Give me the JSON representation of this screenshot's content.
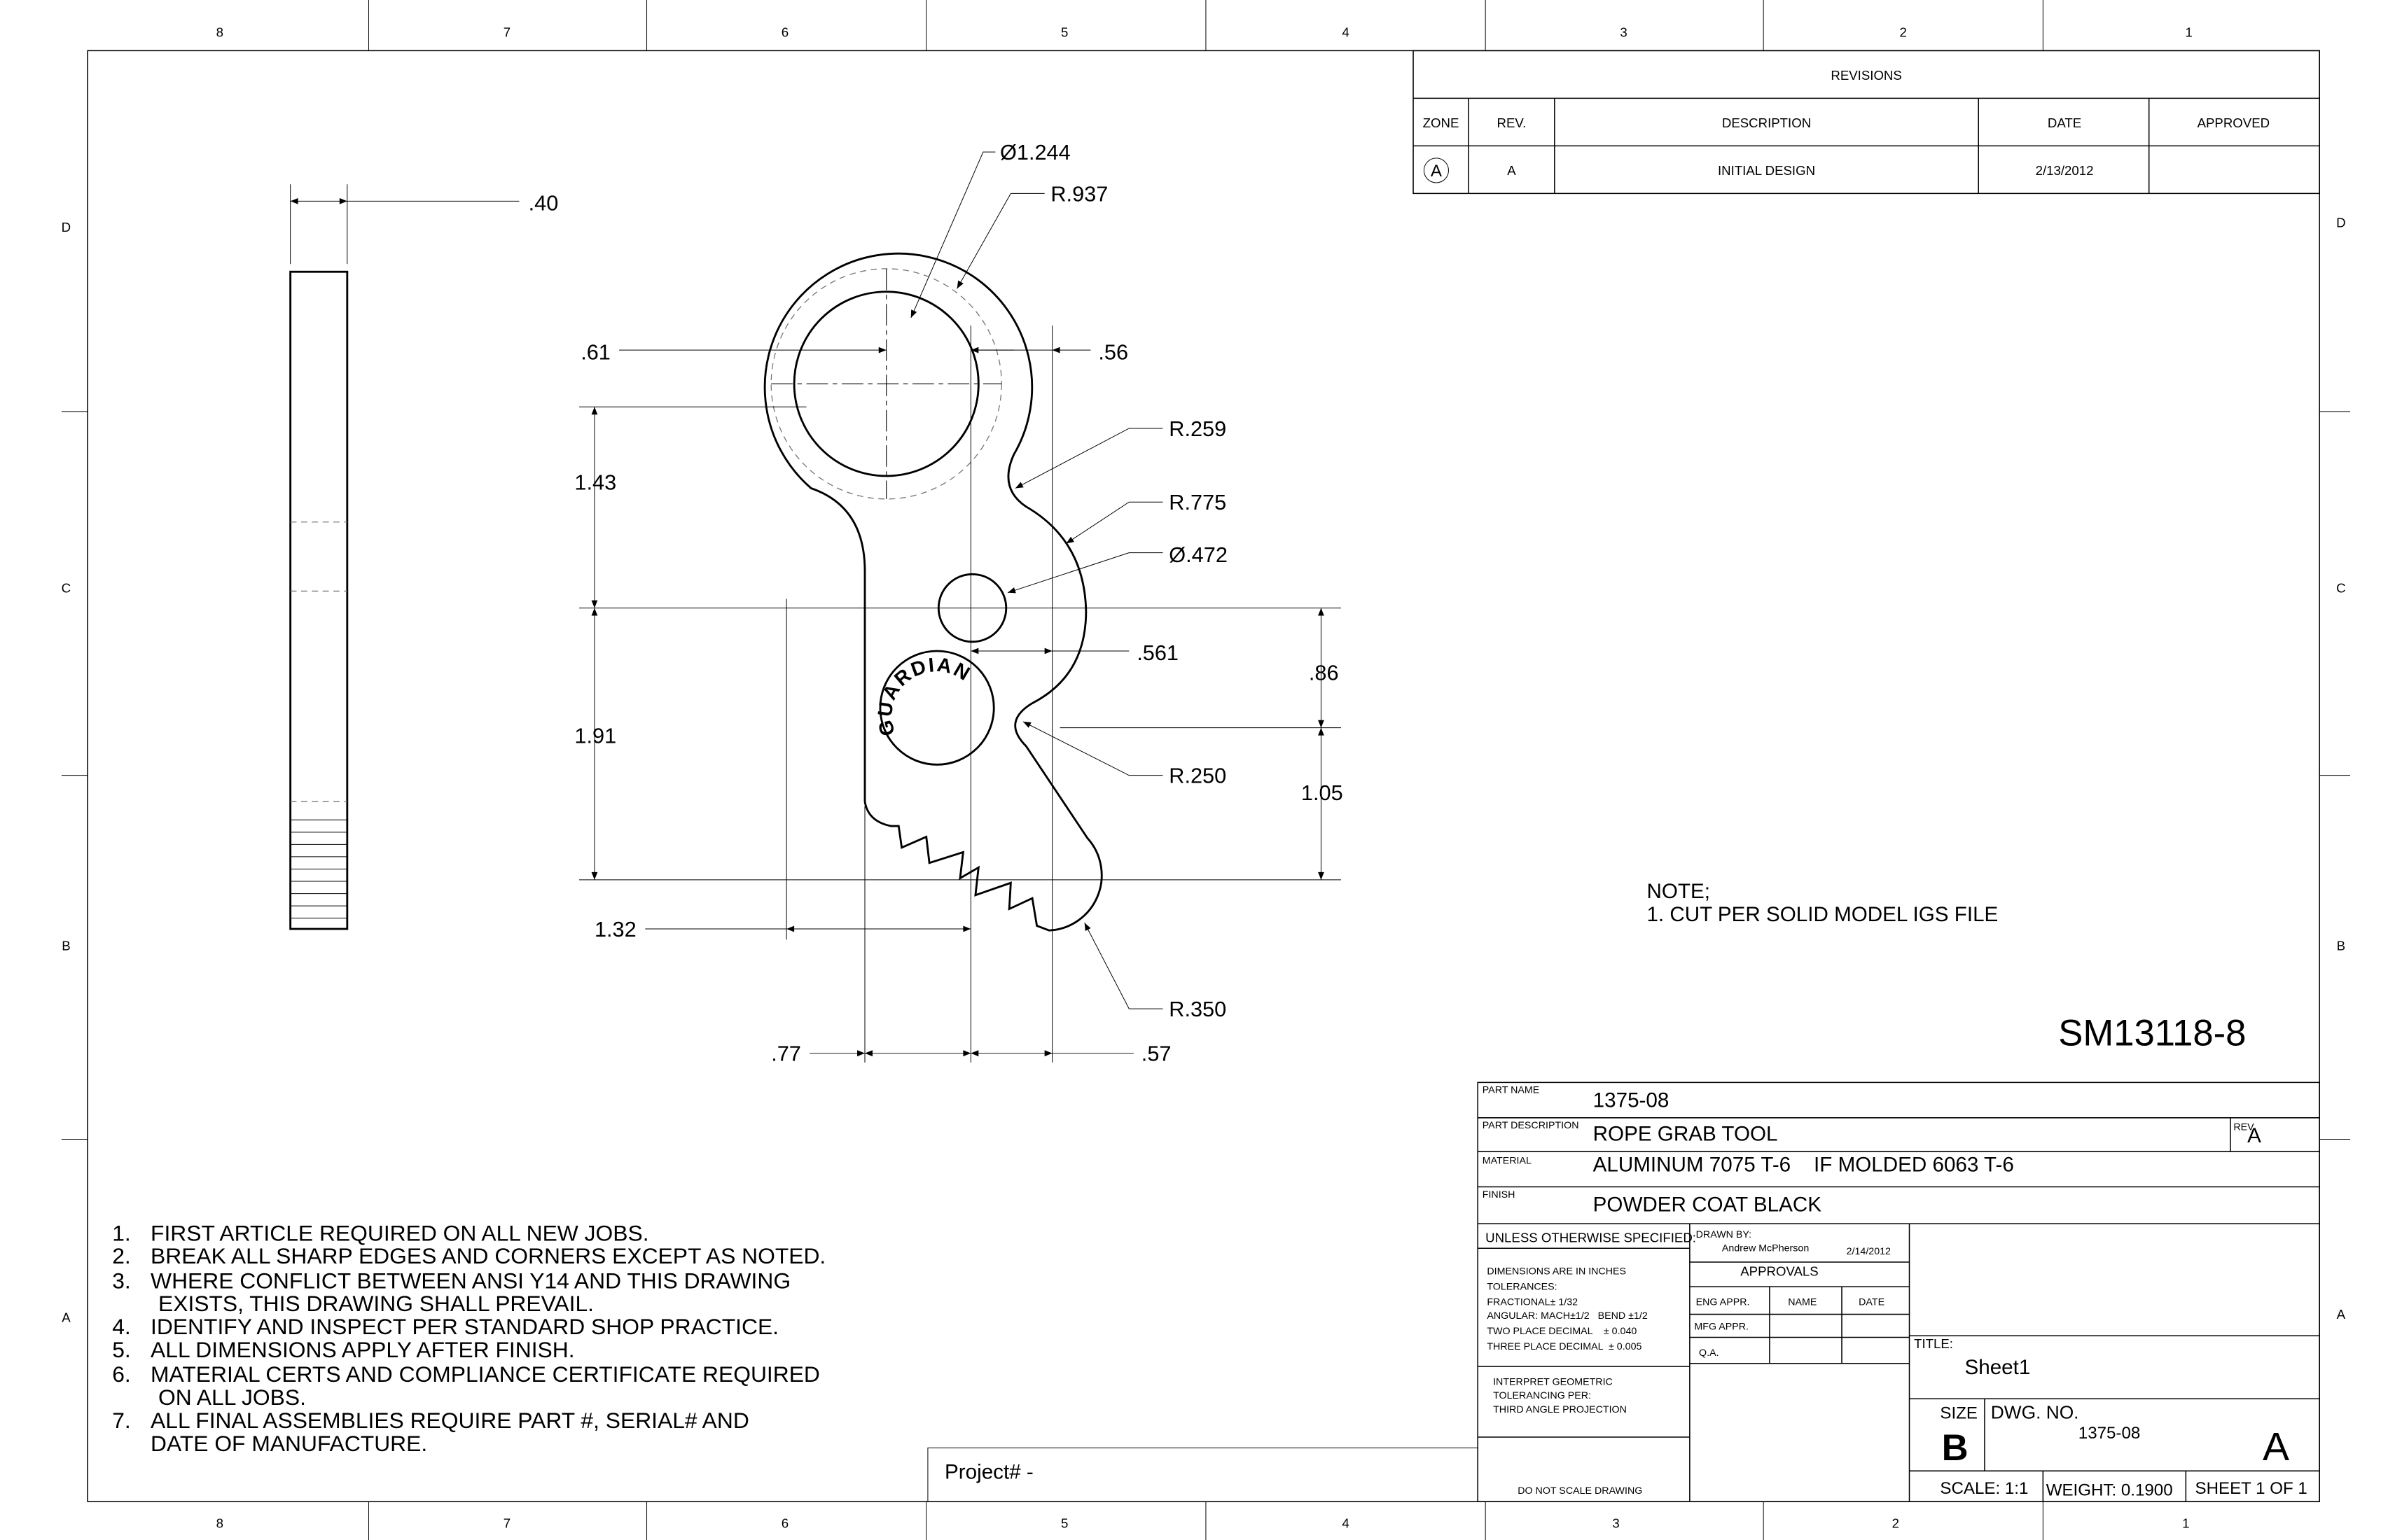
{
  "sheet": {
    "zones_top": [
      "8",
      "7",
      "6",
      "5",
      "4",
      "3",
      "2",
      "1"
    ],
    "zones_side": [
      "D",
      "C",
      "B",
      "A"
    ],
    "drawing_id": "SM13118-8",
    "project_label": "Project# -"
  },
  "revisions": {
    "title": "REVISIONS",
    "headers": [
      "ZONE",
      "REV.",
      "DESCRIPTION",
      "DATE",
      "APPROVED"
    ],
    "rows": [
      {
        "zone": "A",
        "rev": "A",
        "description": "INITIAL DESIGN",
        "date": "2/13/2012",
        "approved": ""
      }
    ]
  },
  "dimensions": {
    "thickness": ".40",
    "hole_dia": "Ø1.244",
    "outer_radius": "R.937",
    "d_61": ".61",
    "d_56": ".56",
    "r_259": "R.259",
    "r_775": "R.775",
    "small_hole": "Ø.472",
    "d_561": ".561",
    "d_143": "1.43",
    "d_191": "1.91",
    "d_86": ".86",
    "d_105": "1.05",
    "r_250": "R.250",
    "d_132": "1.32",
    "r_350": "R.350",
    "d_77": ".77",
    "d_57": ".57",
    "engraving": "GUARDIAN"
  },
  "note": {
    "heading": "NOTE;",
    "line1": "1. CUT PER SOLID MODEL IGS FILE"
  },
  "general_notes": [
    {
      "n": "1.",
      "t": "FIRST ARTICLE REQUIRED ON ALL NEW JOBS."
    },
    {
      "n": "2.",
      "t": "BREAK ALL SHARP EDGES AND CORNERS EXCEPT AS NOTED."
    },
    {
      "n": "3.",
      "t": "WHERE CONFLICT BETWEEN ANSI Y14 AND THIS DRAWING",
      "t2": "EXISTS, THIS DRAWING SHALL PREVAIL."
    },
    {
      "n": "4.",
      "t": "IDENTIFY AND INSPECT PER STANDARD SHOP PRACTICE."
    },
    {
      "n": "5.",
      "t": "ALL DIMENSIONS APPLY AFTER FINISH."
    },
    {
      "n": "6.",
      "t": "MATERIAL CERTS AND COMPLIANCE CERTIFICATE REQUIRED",
      "t2": "ON ALL JOBS."
    },
    {
      "n": "7.",
      "t": "ALL FINAL ASSEMBLIES REQUIRE PART #, SERIAL# AND",
      "t2": "DATE OF MANUFACTURE."
    }
  ],
  "title_block": {
    "part_name_label": "PART NAME",
    "part_name": "1375-08",
    "part_desc_label": "PART DESCRIPTION",
    "part_desc": "ROPE GRAB TOOL",
    "rev_label": "REV",
    "rev": "A",
    "material_label": "MATERIAL",
    "material": "ALUMINUM 7075 T-6    IF MOLDED 6063 T-6",
    "finish_label": "FINISH",
    "finish": "POWDER COAT BLACK",
    "unless": "UNLESS OTHERWISE SPECIFIED:",
    "tol": [
      "DIMENSIONS ARE IN INCHES",
      "TOLERANCES:",
      "FRACTIONAL± 1/32",
      "ANGULAR: MACH±1/2   BEND ±1/2",
      "TWO PLACE DECIMAL    ± 0.040",
      "THREE PLACE DECIMAL  ± 0.005"
    ],
    "interpret": [
      "INTERPRET GEOMETRIC",
      "TOLERANCING PER:",
      "THIRD ANGLE PROJECTION"
    ],
    "do_not_scale": "DO NOT SCALE DRAWING",
    "drawn_by_label": "DRAWN BY:",
    "drawn_by": "Andrew McPherson",
    "drawn_date": "2/14/2012",
    "approvals": "APPROVALS",
    "appr_headers": [
      "ENG APPR.",
      "NAME",
      "DATE"
    ],
    "mfg_appr": "MFG APPR.",
    "qa": "Q.A.",
    "title_label": "TITLE:",
    "title": "Sheet1",
    "size_label": "SIZE",
    "size": "B",
    "dwg_no_label": "DWG.  NO.",
    "dwg_no": "1375-08",
    "dwg_rev": "A",
    "scale": "SCALE: 1:1",
    "weight": "WEIGHT: 0.1900",
    "sheet": "SHEET 1 OF 1"
  }
}
